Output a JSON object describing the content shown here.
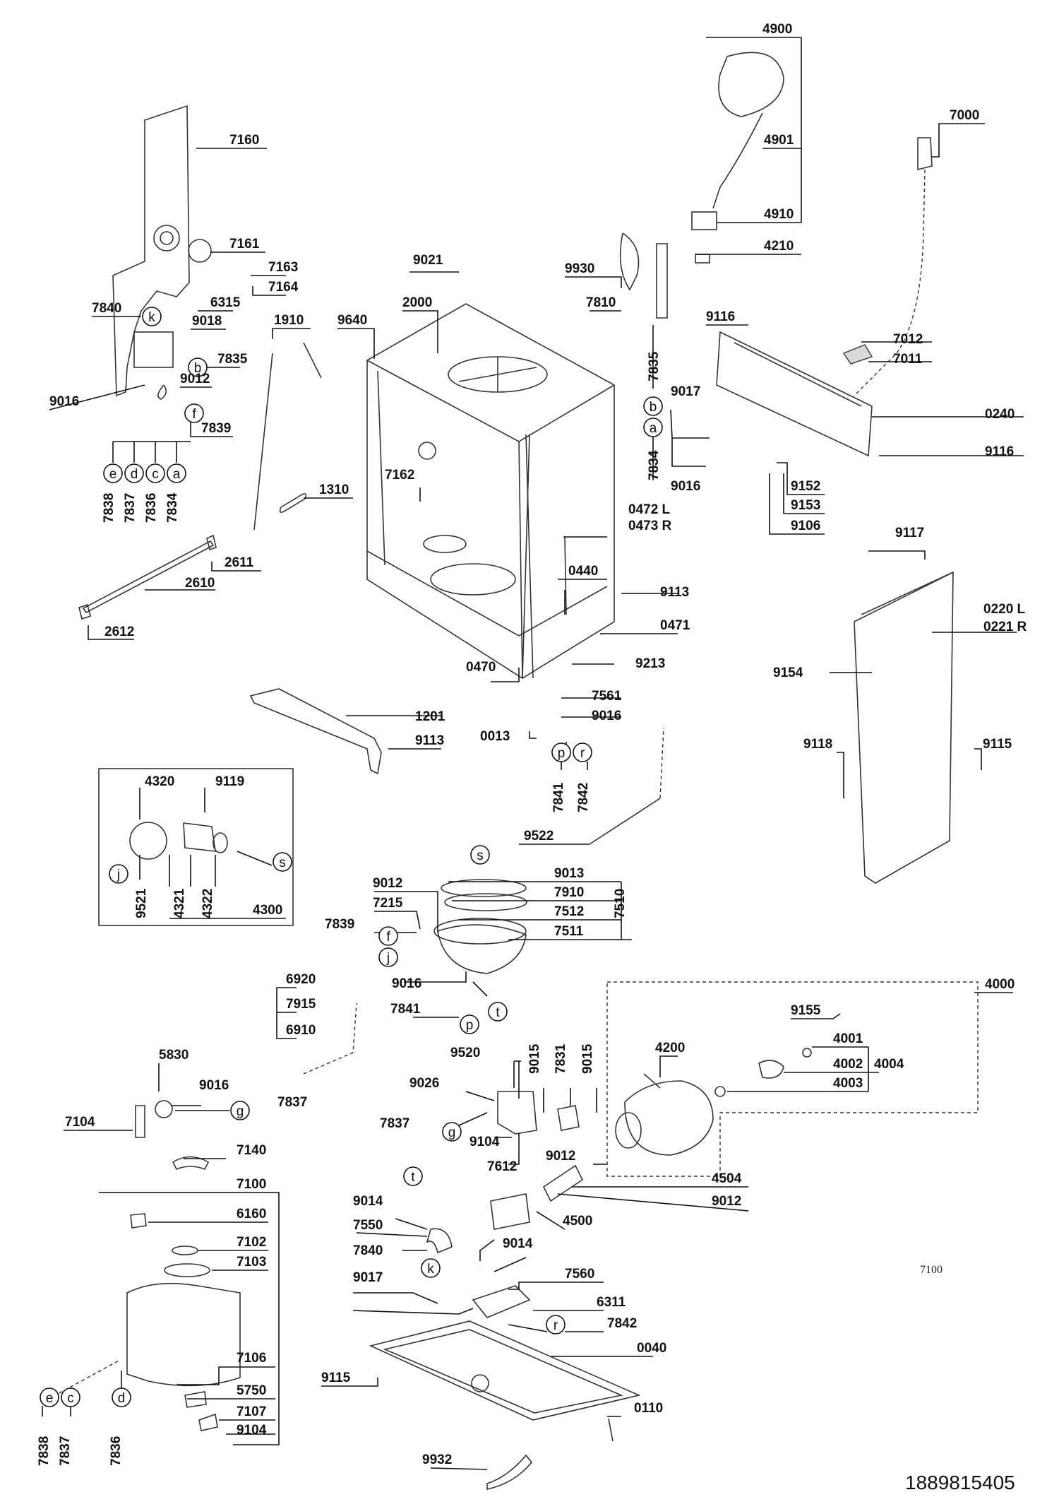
{
  "diagram": {
    "document_number": "1889815405",
    "drawing_tag": "7100",
    "part_labels": {
      "p4900": "4900",
      "p4901": "4901",
      "p4910": "4910",
      "p4210": "4210",
      "p7000": "7000",
      "p7160": "7160",
      "p7161": "7161",
      "p7163": "7163",
      "p7164": "7164",
      "p6315": "6315",
      "p7840a": "7840",
      "p9018": "9018",
      "p7835a": "7835",
      "p9012a": "9012",
      "p9016a": "9016",
      "p7839a": "7839",
      "p7838a": "7838",
      "p7837a": "7837",
      "p7836a": "7836",
      "p7834a": "7834",
      "p1910": "1910",
      "p9640": "9640",
      "p2000": "2000",
      "p9021": "9021",
      "p9930": "9930",
      "p7810": "7810",
      "p7835b": "7835",
      "p7834b": "7834",
      "p9017a": "9017",
      "p9016b": "9016",
      "p9116a": "9116",
      "p7012": "7012",
      "p7011": "7011",
      "p0240": "0240",
      "p9116b": "9116",
      "p9152": "9152",
      "p9153": "9153",
      "p9106": "9106",
      "p7162": "7162",
      "p1310": "1310",
      "p0472": "0472 L",
      "p0473": "0473 R",
      "p0440": "0440",
      "p9113a": "9113",
      "p0471": "0471",
      "p9213": "9213",
      "p0470": "0470",
      "p2611": "2611",
      "p2610": "2610",
      "p2612": "2612",
      "p9117": "9117",
      "p0220": "0220 L",
      "p0221": "0221 R",
      "p9154": "9154",
      "p9118": "9118",
      "p9115a": "9115",
      "p1201": "1201",
      "p9113b": "9113",
      "p7561": "7561",
      "p9016c": "9016",
      "p0013": "0013",
      "p7841a": "7841",
      "p7842a": "7842",
      "p4320": "4320",
      "p9119": "9119",
      "p9521": "9521",
      "p4321": "4321",
      "p4322": "4322",
      "p4300": "4300",
      "p9522": "9522",
      "p9012b": "9012",
      "p9013": "9013",
      "p7215": "7215",
      "p7910": "7910",
      "p7512": "7512",
      "p7510": "7510",
      "p7839b": "7839",
      "p7511": "7511",
      "p9016d": "9016",
      "p6920": "6920",
      "p7915": "7915",
      "p7841b": "7841",
      "p6910": "6910",
      "p9015a": "9015",
      "p7831": "7831",
      "p9015b": "9015",
      "p9520": "9520",
      "p4000": "4000",
      "p9155": "9155",
      "p4001": "4001",
      "p4002": "4002",
      "p4004": "4004",
      "p4003": "4003",
      "p4200": "4200",
      "p5830": "5830",
      "p9016e": "9016",
      "p7837b": "7837",
      "p7104": "7104",
      "p9026": "9026",
      "p7837c": "7837",
      "p9104a": "9104",
      "p7612": "7612",
      "p9012c": "9012",
      "p7140": "7140",
      "p7100": "7100",
      "p6160": "6160",
      "p4504": "4504",
      "p9012d": "9012",
      "p9014a": "9014",
      "p4500": "4500",
      "p7550": "7550",
      "p9014b": "9014",
      "p7102": "7102",
      "p7103": "7103",
      "p7840b": "7840",
      "p9017b": "9017",
      "p7560": "7560",
      "p6311": "6311",
      "p7842b": "7842",
      "p0040": "0040",
      "p9115b": "9115",
      "p7106": "7106",
      "p5750": "5750",
      "p7107": "7107",
      "p9104b": "9104",
      "p7838b": "7838",
      "p7837d": "7837",
      "p7836b": "7836",
      "p0110": "0110",
      "p9932": "9932"
    },
    "callouts": {
      "k": "k",
      "b": "b",
      "f": "f",
      "e": "e",
      "d": "d",
      "c": "c",
      "a": "a",
      "p": "p",
      "r": "r",
      "s": "s",
      "j": "j",
      "t": "t",
      "g": "g"
    }
  }
}
